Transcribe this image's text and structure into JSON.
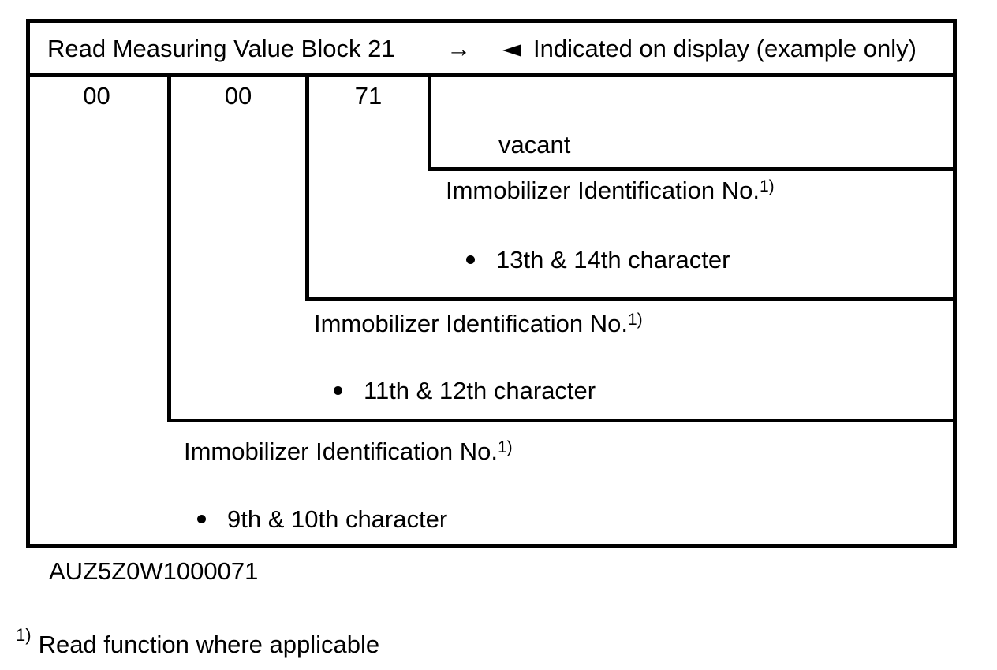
{
  "header": {
    "title": "Read Measuring Value Block 21",
    "note": "Indicated on display (example only)"
  },
  "icons": {
    "arrow_right": "→",
    "display_pointer": "◄",
    "bullet": "•"
  },
  "display_fields": [
    {
      "value": "00"
    },
    {
      "value": "00"
    },
    {
      "value": "71"
    }
  ],
  "annotations": {
    "vacant": {
      "label": "vacant"
    },
    "field3": {
      "title": "Immobilizer Identification No.",
      "footnote_ref": "1)",
      "detail": "13th & 14th character"
    },
    "field2": {
      "title": "Immobilizer Identification No.",
      "footnote_ref": "1)",
      "detail": "11th & 12th character"
    },
    "field1": {
      "title": "Immobilizer Identification No.",
      "footnote_ref": "1)",
      "detail": "9th & 10th character"
    }
  },
  "example_code": "AUZ5Z0W1000071",
  "footnote": {
    "ref": "1)",
    "text": "Read function where applicable"
  }
}
